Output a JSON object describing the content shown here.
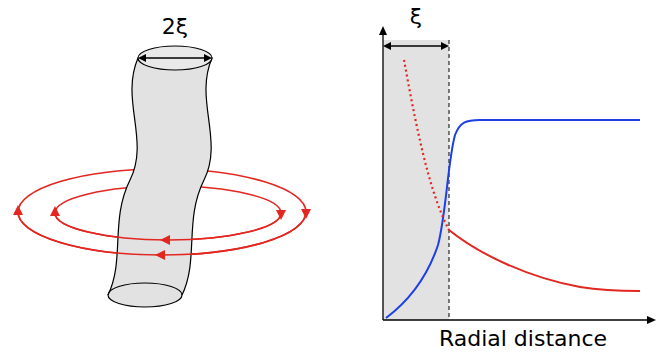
{
  "diagram": {
    "labels": [
      "2ξ",
      "ξ",
      "Radial distance"
    ]
  }
}
